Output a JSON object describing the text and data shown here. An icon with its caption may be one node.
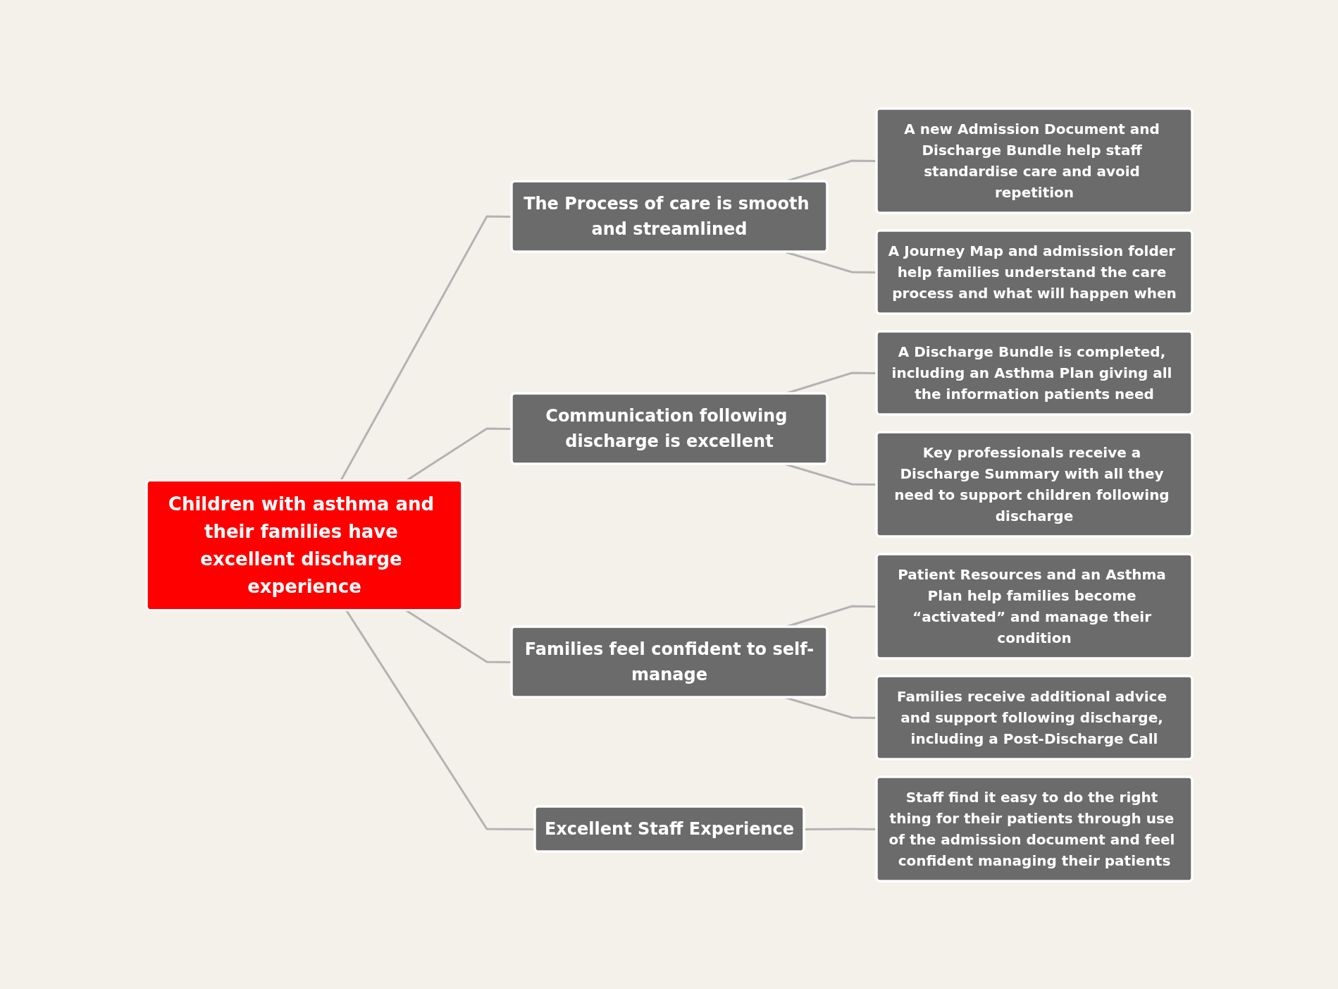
{
  "diagram": {
    "nodes": [
      {
        "text": [
          "Children with asthma and their families have excellent discharge experience"
        ]
      },
      {
        "text": [
          "The Process of care is smooth and streamlined"
        ]
      },
      {
        "text": [
          "A new Admission Document and Discharge Bundle help staff standardise care and avoid repetition"
        ]
      },
      {
        "text": [
          "A Journey Map and admission folder help families understand the care process and what will happen when"
        ]
      },
      {
        "text": [
          "Communication following discharge is excellent"
        ]
      },
      {
        "text": [
          "A Discharge Bundle is completed, including an Asthma Plan giving all the information patients need"
        ]
      },
      {
        "text": [
          "Key professionals receive a Discharge Summary with all they need to support children following discharge"
        ]
      },
      {
        "text": [
          "Families feel confident to self-manage"
        ]
      },
      {
        "text": [
          "Patient Resources and an Asthma Plan help families become “activated” and manage their condition"
        ]
      },
      {
        "text": [
          "Families receive additional advice and support following discharge, including a Post-Discharge Call"
        ]
      },
      {
        "text": [
          "Excellent Staff Experience"
        ]
      },
      {
        "text": [
          "Staff find it easy to do the right thing for their patients through use of the admission document and feel confident managing their patients"
        ]
      }
    ],
    "edges": [
      {
        "from": 0,
        "to": 1,
        "arrow": "none"
      },
      {
        "from": 0,
        "to": 4,
        "arrow": "none"
      },
      {
        "from": 0,
        "to": 7,
        "arrow": "none"
      },
      {
        "from": 0,
        "to": 10,
        "arrow": "none"
      },
      {
        "from": 1,
        "to": 2,
        "arrow": "none"
      },
      {
        "from": 1,
        "to": 3,
        "arrow": "none"
      },
      {
        "from": 4,
        "to": 5,
        "arrow": "none"
      },
      {
        "from": 4,
        "to": 6,
        "arrow": "none"
      },
      {
        "from": 7,
        "to": 8,
        "arrow": "none"
      },
      {
        "from": 7,
        "to": 9,
        "arrow": "none"
      },
      {
        "from": 10,
        "to": 11,
        "arrow": "none"
      }
    ]
  }
}
